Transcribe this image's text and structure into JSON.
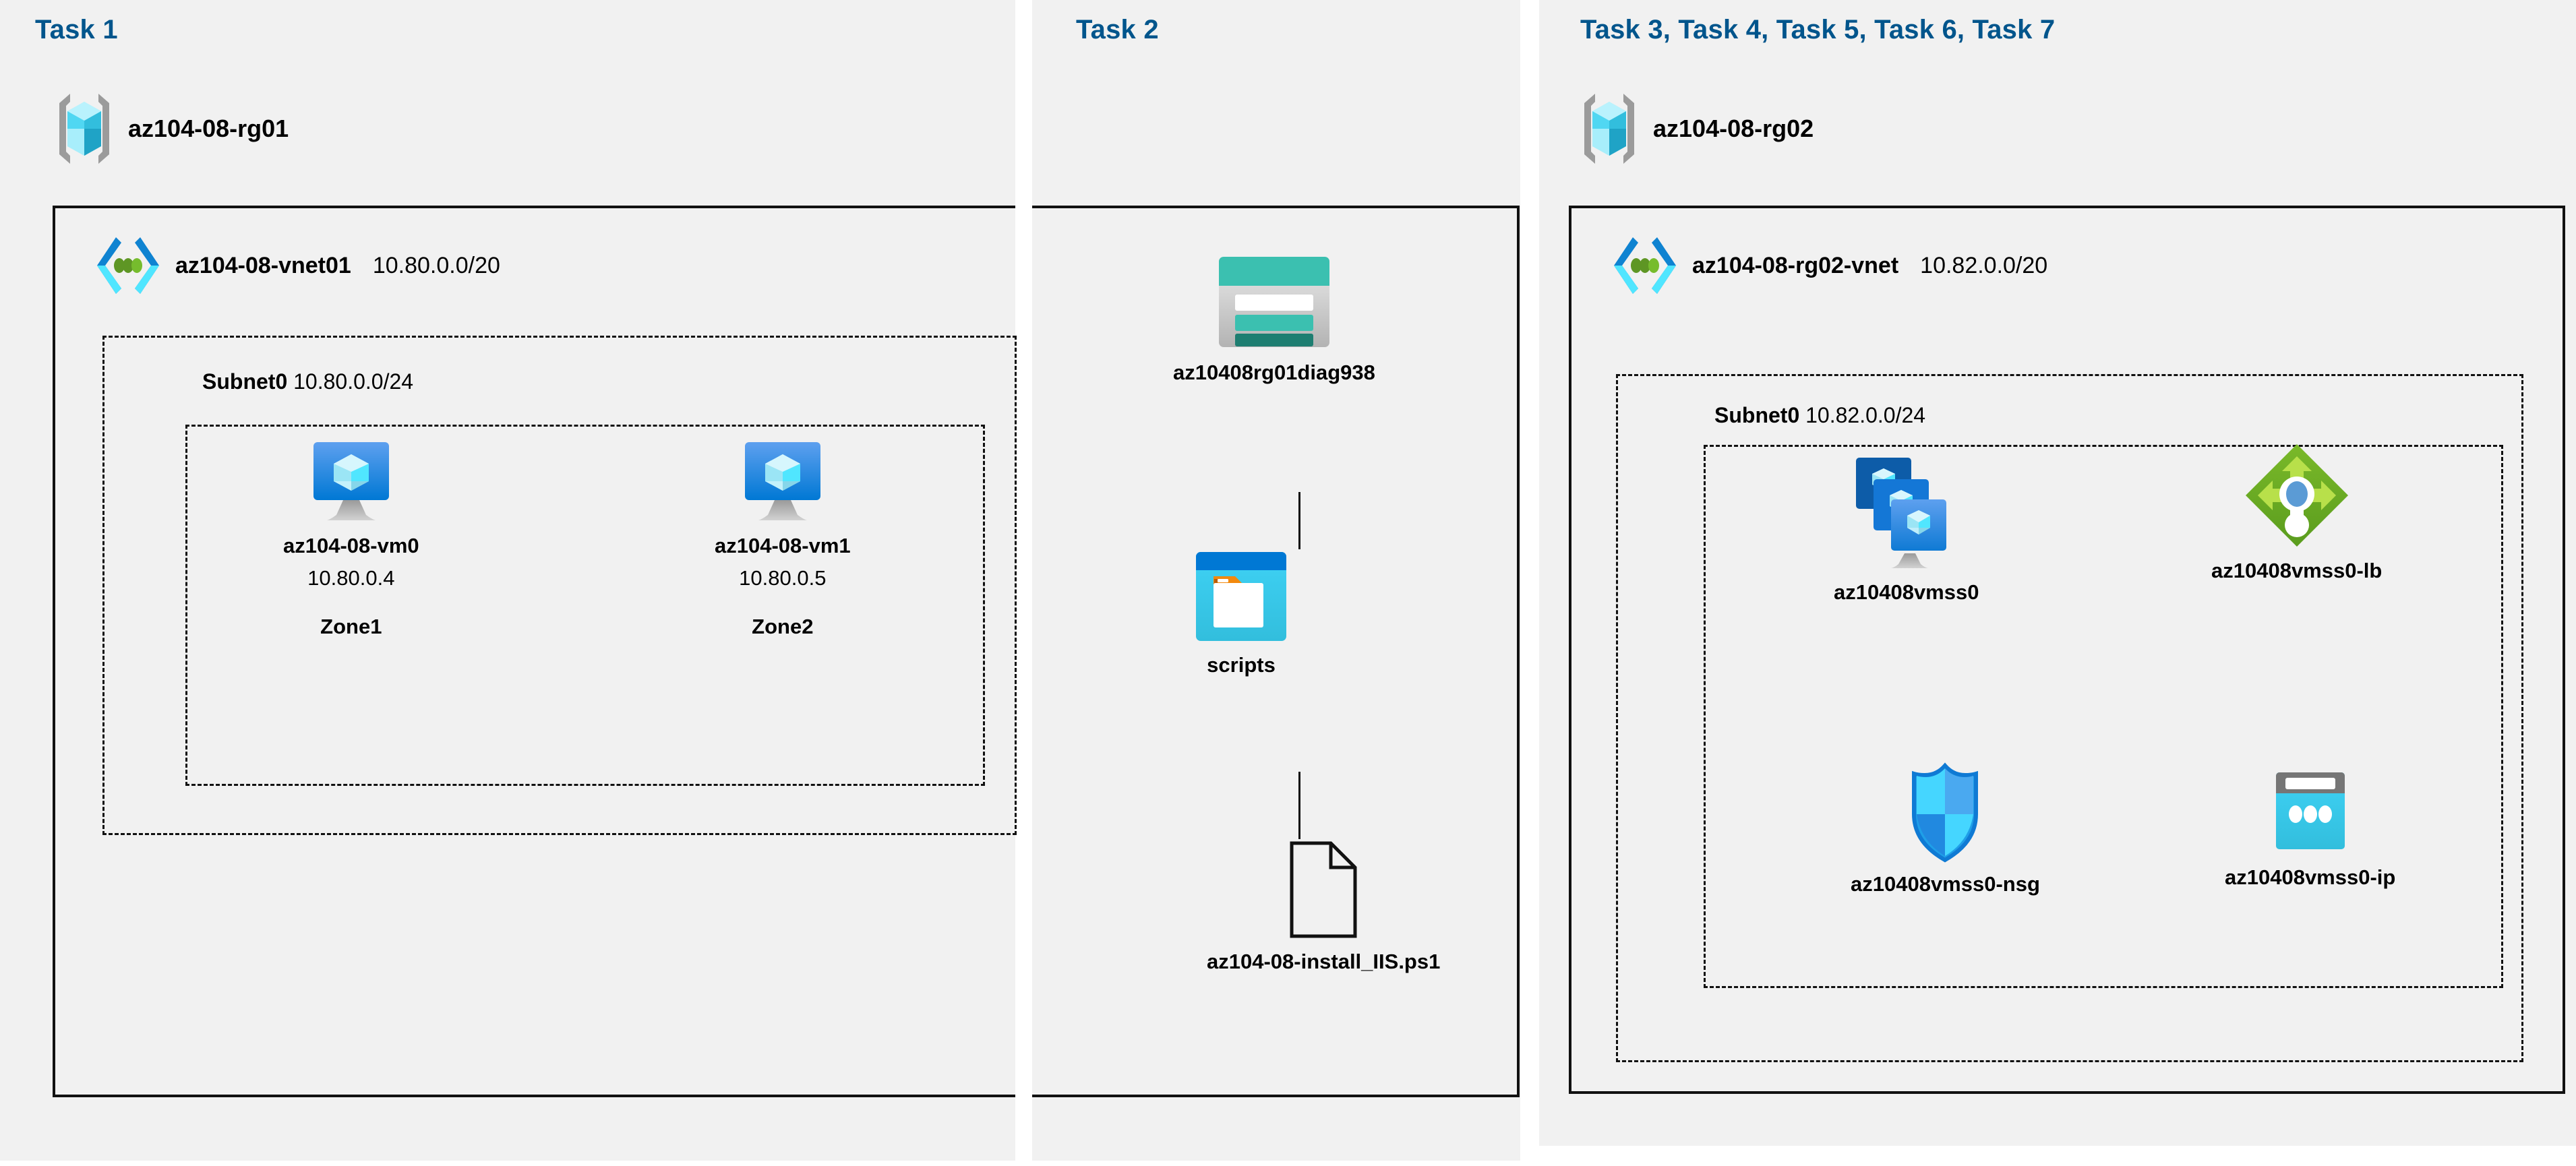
{
  "diagram": {
    "title": "Azure AZ-104 Lab 08 architecture",
    "background": "#ffffff",
    "panel_color": "#f1f1f1",
    "task_label_color": "#00558c"
  },
  "panels": [
    {
      "id": "task1",
      "label": "Task 1"
    },
    {
      "id": "task2",
      "label": "Task 2"
    },
    {
      "id": "task3",
      "label": "Task 3, Task 4, Task 5, Task 6, Task 7"
    }
  ],
  "resource_groups": [
    {
      "name": "az104-08-rg01",
      "icon": "resource-group-icon"
    },
    {
      "name": "az104-08-rg02",
      "icon": "resource-group-icon"
    }
  ],
  "vnets": [
    {
      "name": "az104-08-vnet01",
      "cidr": "10.80.0.0/20",
      "icon": "virtual-network-icon"
    },
    {
      "name": "az104-08-rg02-vnet",
      "cidr": "10.82.0.0/20",
      "icon": "virtual-network-icon"
    }
  ],
  "subnets": [
    {
      "name": "Subnet0",
      "cidr": "10.80.0.0/24"
    },
    {
      "name": "Subnet0",
      "cidr": "10.82.0.0/24"
    }
  ],
  "vms": [
    {
      "name": "az104-08-vm0",
      "ip": "10.80.0.4",
      "zone": "Zone1",
      "icon": "virtual-machine-icon"
    },
    {
      "name": "az104-08-vm1",
      "ip": "10.80.0.5",
      "zone": "Zone2",
      "icon": "virtual-machine-icon"
    }
  ],
  "storage": {
    "account": {
      "name": "az10408rg01diag938",
      "icon": "storage-account-icon"
    },
    "container": {
      "name": "scripts",
      "icon": "blob-container-icon"
    },
    "file": {
      "name": "az104-08-install_IIS.ps1",
      "icon": "file-icon"
    }
  },
  "scale_set_resources": [
    {
      "name": "az10408vmss0",
      "icon": "vm-scale-set-icon"
    },
    {
      "name": "az10408vmss0-lb",
      "icon": "load-balancer-icon"
    },
    {
      "name": "az10408vmss0-nsg",
      "icon": "network-security-group-icon"
    },
    {
      "name": "az10408vmss0-ip",
      "icon": "public-ip-address-icon"
    }
  ],
  "colors": {
    "azure_blue": "#0078d4",
    "cyan": "#32bedd",
    "teal": "#3bc0b0",
    "teal_dark": "#1e7e71",
    "green": "#7ab929",
    "green_light": "#b8e04a",
    "gray": "#949494",
    "orange": "#f2890d"
  }
}
